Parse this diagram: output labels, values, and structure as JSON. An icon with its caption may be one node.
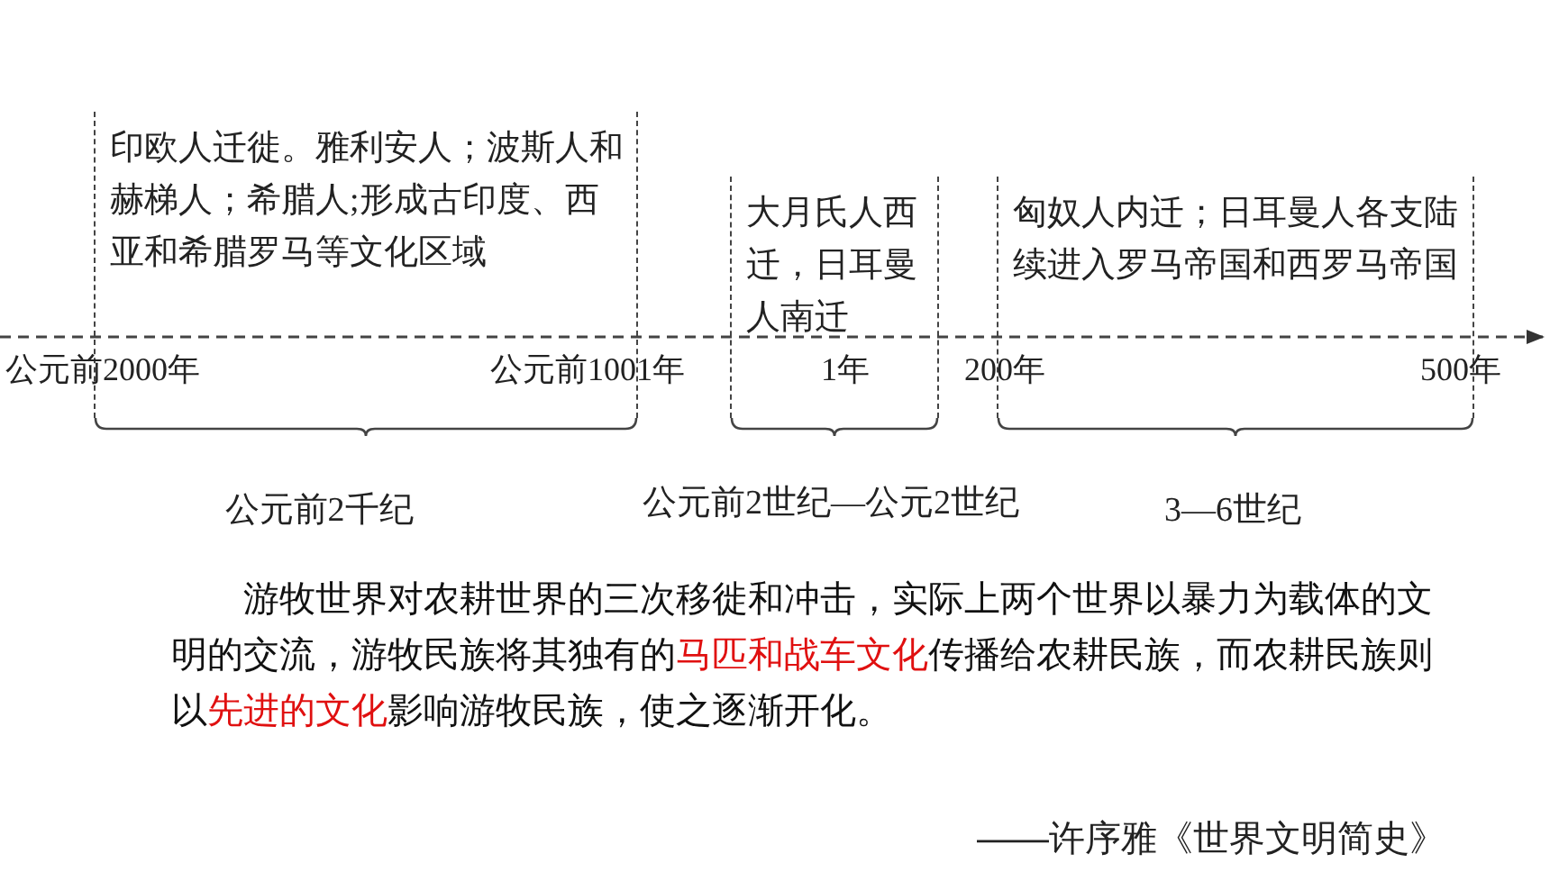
{
  "diagram": {
    "nodes": [
      {
        "text": [
          "印欧人迁徙。雅利安人；波斯人和赫梯人；希腊人;形成古印度、西亚和希腊罗马等文化区域"
        ]
      },
      {
        "text": [
          "大月氏人西迁，日耳曼人南迁"
        ]
      },
      {
        "text": [
          "匈奴人内迁；日耳曼人各支陆续进入罗马帝国和西罗马帝国"
        ]
      }
    ],
    "labels": [
      "公元前2000年",
      "公元前1001年",
      "1年",
      "200年",
      "500年",
      "公元前2千纪",
      "公元前2世纪—公元2世纪",
      "3—6世纪",
      "游牧世界对农耕世界的三次移徙和冲击，实际上两个世界以暴力为载体的文明的交流，游牧民族将其独有的**马匹和战车文化**传播给农耕民族，而农耕民族则以**先进的文化**影响游牧民族，使之逐渐开化。",
      "——许序雅《世界文明简史》"
    ]
  }
}
